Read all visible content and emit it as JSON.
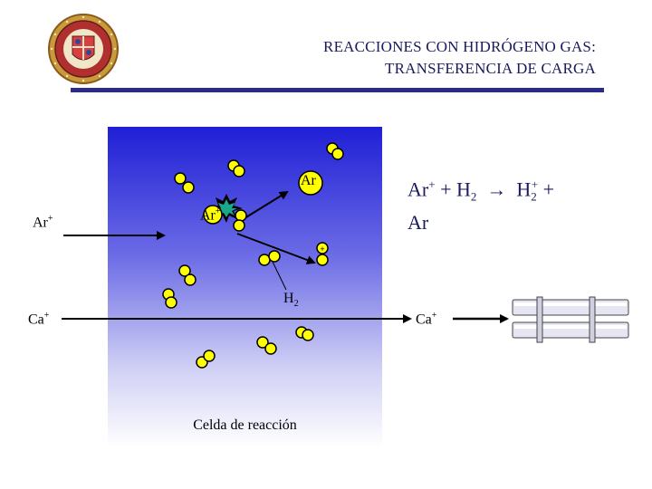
{
  "title": {
    "line1": "REACCIONES CON HIDRÓGENO GAS:",
    "line2": "TRANSFERENCIA DE CARGA"
  },
  "logo_icon": "university-seal-icon",
  "colors": {
    "title_text": "#1a1a5e",
    "rule": "#2b2b8c",
    "cell_top": "#1f1fd6",
    "cell_bottom": "#ffffff",
    "molecule_fill": "#ffff00"
  },
  "labels": {
    "ar_ion_in": "Ar",
    "ar_ion_in_charge": "+",
    "ar_ion_collision": "Ar",
    "ar_ion_collision_charge": "+",
    "ar_neutral": "Ar",
    "h2": "H",
    "h2_sub": "2",
    "ca_in": "Ca",
    "ca_in_charge": "+",
    "ca_out": "Ca",
    "ca_out_charge": "+",
    "cell_caption": "Celda de reacción"
  },
  "equation": {
    "reactant1": "Ar",
    "reactant1_charge": "+",
    "plus1": "+",
    "reactant2": "H",
    "reactant2_sub": "2",
    "arrow": "→",
    "product1": "H",
    "product1_sub": "2",
    "product1_charge": "+",
    "plus2": "+",
    "product2": "Ar"
  }
}
